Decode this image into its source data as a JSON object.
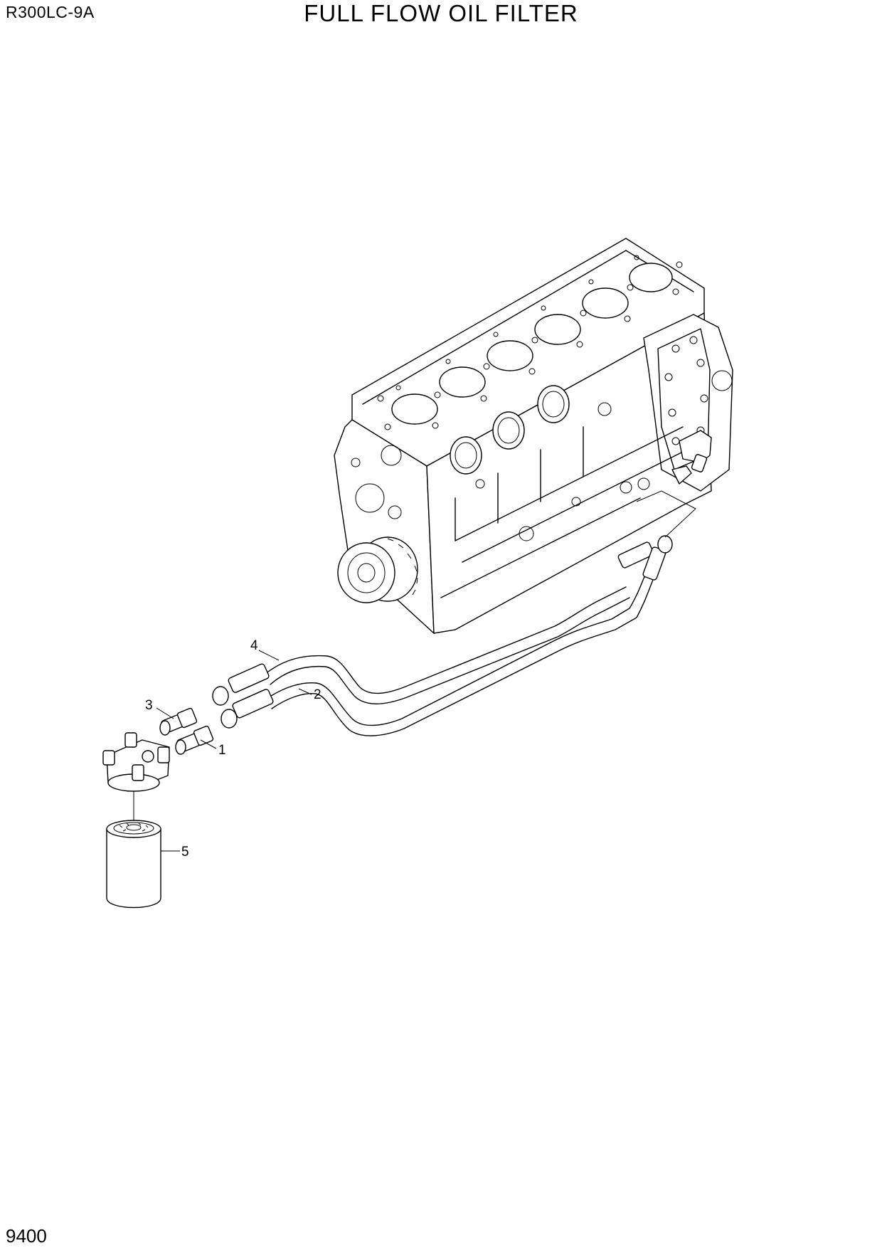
{
  "header": {
    "model": "R300LC-9A",
    "title": "FULL FLOW OIL FILTER"
  },
  "footer": {
    "page_number": "9400"
  },
  "callouts": [
    "1",
    "2",
    "3",
    "4",
    "5"
  ]
}
